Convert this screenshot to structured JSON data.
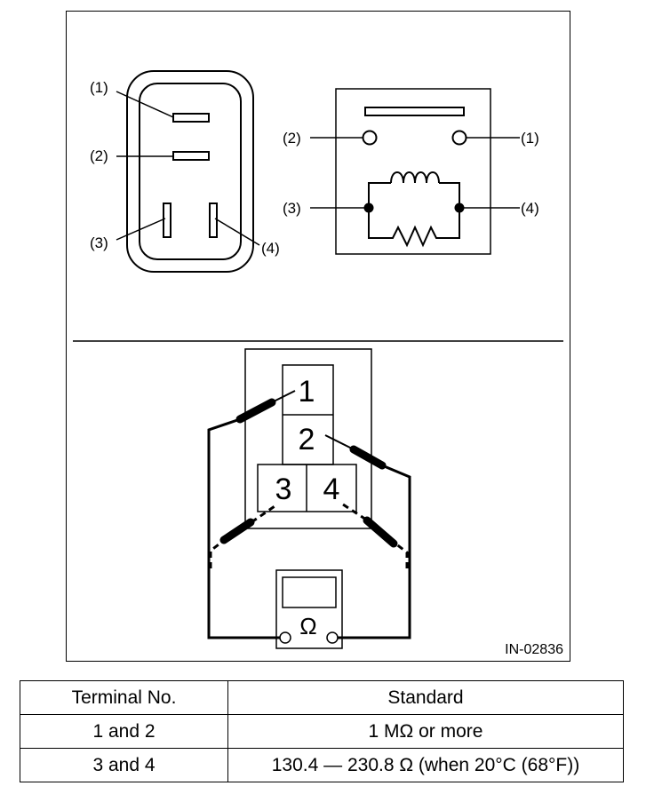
{
  "figure": {
    "code": "IN-02836",
    "connector_labels": [
      "(1)",
      "(2)",
      "(3)",
      "(4)"
    ],
    "schematic_labels": [
      "(2)",
      "(1)",
      "(3)",
      "(4)"
    ],
    "test_terminals": [
      "1",
      "2",
      "3",
      "4"
    ],
    "meter_symbol": "Ω"
  },
  "table": {
    "headers": [
      "Terminal No.",
      "Standard"
    ],
    "rows": [
      {
        "terminal": "1 and 2",
        "standard": "1 MΩ or more"
      },
      {
        "terminal": "3 and 4",
        "standard": "130.4 — 230.8 Ω (when 20°C (68°F))"
      }
    ]
  }
}
